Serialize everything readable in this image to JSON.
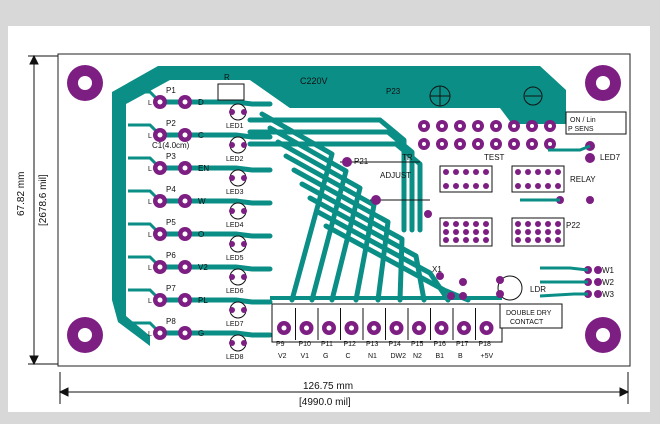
{
  "colors": {
    "frame_bg": "#d8d8d8",
    "board_bg": "#ffffff",
    "copper": "#0a8e86",
    "copper_dark": "#067a72",
    "pad": "#7d1e83",
    "pad_hole": "#ffffff",
    "ink": "#111111"
  },
  "dimensions": {
    "height_mm": "67.82 mm",
    "height_mil": "[2678.6 mil]",
    "width_mm": "126.75 mm",
    "width_mil": "[4990.0 mil]"
  },
  "labels": {
    "voltage": "C220V",
    "p23": "P23",
    "c1": "C1(4.0cm)",
    "on_label": "ON / Lin",
    "p_sens": "P SENS",
    "tr": "TR",
    "adjust": "ADJUST",
    "test": "TEST",
    "relay": "RELAY",
    "led7": "LED7",
    "p22": "P22",
    "p21": "P21",
    "device_line1": "DOUBLE DRY",
    "device_line2": "CONTACT",
    "x1": "X1",
    "ldr": "LDR",
    "w1": "W1",
    "w2": "W2",
    "w3": "W3",
    "r_label": "R"
  },
  "left_rows": [
    {
      "p": "P1",
      "led": "LED1",
      "code": "D"
    },
    {
      "p": "P2",
      "led": "LED2",
      "code": "C"
    },
    {
      "p": "P3",
      "led": "LED3",
      "code": "EN"
    },
    {
      "p": "P4",
      "led": "LED4",
      "code": "W"
    },
    {
      "p": "P5",
      "led": "LED5",
      "code": "O"
    },
    {
      "p": "P6",
      "led": "LED6",
      "code": "V2"
    },
    {
      "p": "P7",
      "led": "LED7",
      "code": "PL"
    },
    {
      "p": "P8",
      "led": "LED8",
      "code": "G"
    }
  ],
  "bottom_connectors": [
    {
      "p": "P9",
      "net": "V2"
    },
    {
      "p": "P10",
      "net": "V1"
    },
    {
      "p": "P11",
      "net": "G"
    },
    {
      "p": "P12",
      "net": "C"
    },
    {
      "p": "P13",
      "net": "N1"
    },
    {
      "p": "P14",
      "net": "DW2"
    },
    {
      "p": "P15",
      "net": "N2"
    },
    {
      "p": "P16",
      "net": "B1"
    },
    {
      "p": "P17",
      "net": "B"
    },
    {
      "p": "P18",
      "net": "+5V"
    }
  ]
}
